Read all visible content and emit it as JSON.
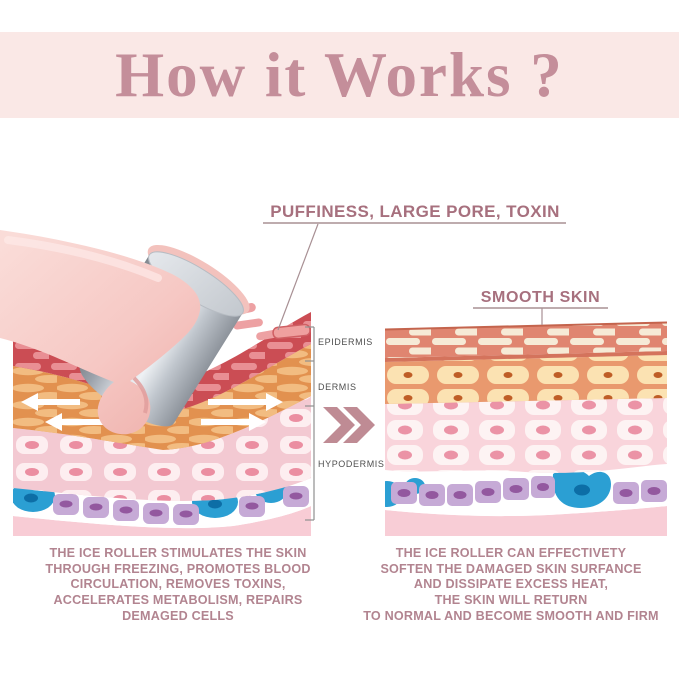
{
  "title": "How it Works ?",
  "annotations": {
    "problem_label": "PUFFINESS, LARGE PORE, TOXIN",
    "result_label": "SMOOTH SKIN"
  },
  "skin_layer_labels": {
    "epidermis": "EPIDERMIS",
    "dermis": "DERMIS",
    "hypodermis": "HYPODERMIS"
  },
  "captions": {
    "left": "THE ICE ROLLER STIMULATES THE SKIN\nTHROUGH FREEZING, PROMOTES BLOOD\nCIRCULATION, REMOVES TOXINS,\nACCELERATES METABOLISM, REPAIRS\nDEMAGED CELLS",
    "right": "THE ICE ROLLER CAN EFFECTIVETY\nSOFTEN THE DAMAGED SKIN SURFANCE\nAND DISSIPATE EXCESS HEAT,\nTHE SKIN WILL RETURN\nTO NORMAL AND BECOME SMOOTH AND FIRM"
  },
  "icons": {
    "chevron": "double-chevron-right-icon"
  },
  "colors": {
    "title_band_bg": "#fae8e6",
    "title_text": "#c48e9a",
    "annotation_text": "#a7707e",
    "caption_text": "#b28490",
    "layer_label_text": "#4f4f4f",
    "chevron": "#bf8b94",
    "epidermis_left": "#cb4d54",
    "dermis_left": "#e2914f",
    "hypodermis_pink": "#f3c9d2",
    "purple_cell": "#c6aad6",
    "blue_cell": "#2b9fd3",
    "roller_pink": "#f6cdc9",
    "roller_silver": "#c6cbd2"
  }
}
